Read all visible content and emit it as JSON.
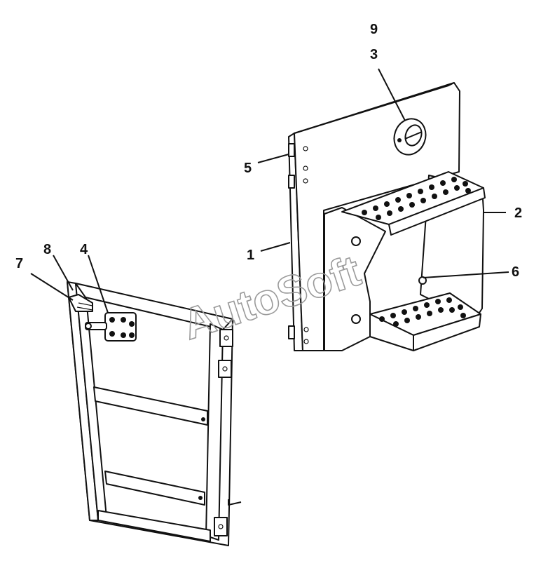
{
  "watermark": {
    "text": "AutoSoft"
  },
  "callouts": [
    {
      "id": "9",
      "label": "9"
    },
    {
      "id": "3",
      "label": "3"
    },
    {
      "id": "5",
      "label": "5"
    },
    {
      "id": "2",
      "label": "2"
    },
    {
      "id": "1",
      "label": "1"
    },
    {
      "id": "6",
      "label": "6"
    },
    {
      "id": "8",
      "label": "8"
    },
    {
      "id": "4",
      "label": "4"
    },
    {
      "id": "7",
      "label": "7"
    }
  ],
  "colors": {
    "ink": "#111111",
    "watermark": "#9a9a9a",
    "background": "#ffffff"
  }
}
